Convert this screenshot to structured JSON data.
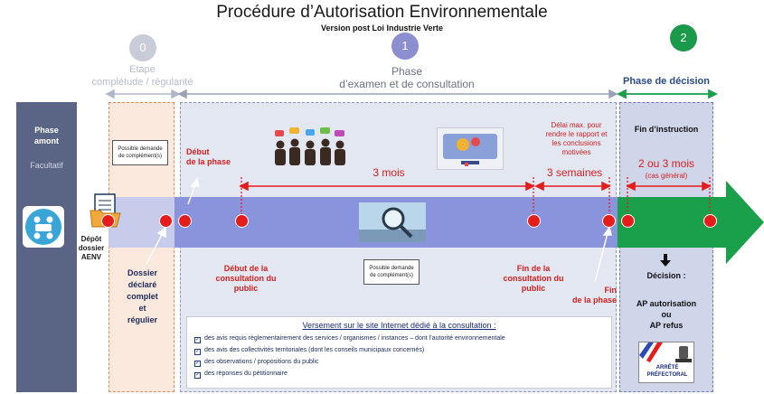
{
  "header": {
    "title": "Procédure d’Autorisation Environnementale",
    "subtitle": "Version post Loi Industrie Verte"
  },
  "phases": {
    "p0": {
      "num": "0",
      "label1": "Etape",
      "label2": "complétude / régularité",
      "color": "#c8ccd8"
    },
    "p1": {
      "num": "1",
      "label1": "Phase",
      "label2": "d’examen et de consultation",
      "color": "#8c8fcf"
    },
    "p2": {
      "num": "2",
      "label1": "Phase de décision",
      "color": "#1a9a4a"
    }
  },
  "amont": {
    "label1": "Phase",
    "label2": "amont",
    "facultatif": "Facultatif"
  },
  "step0": {
    "possible": "Possible demande de complément(s)",
    "depot": [
      "Dépôt",
      "dossier",
      "AENV"
    ],
    "declare": [
      "Dossier",
      "déclaré",
      "complet",
      "et",
      "régulier"
    ]
  },
  "step1": {
    "debut_phase": [
      "Début",
      "de la phase"
    ],
    "duration_main": "3 mois",
    "delai": [
      "Délai max. pour",
      "rendre le rapport et",
      "les conclusions",
      "motivées"
    ],
    "duration_delai": "3 semaines",
    "debut_consult": [
      "Début de la",
      "consultation du",
      "public"
    ],
    "possible": "Possible demande de complément(s)",
    "fin_consult": [
      "Fin de la",
      "consultation du",
      "public"
    ],
    "fin_phase": [
      "Fin",
      "de la phase"
    ],
    "versement_title": "Versement sur le site Internet dédié à la consultation :",
    "versement_items": [
      "des avis requis règlementairement des services / organismes / instances – dont l’autorité environnementale",
      "des avis des collectivités territoriales (dont les conseils municipaux concernés)",
      "des observations / propositions du public",
      "des réponses du pétitionnaire"
    ]
  },
  "step2": {
    "fin_instruction": "Fin d’instruction",
    "duration": "2 ou 3 mois",
    "cas": "(cas général)",
    "decision": "Décision :",
    "ap1": "AP autorisation",
    "ou": "ou",
    "ap2": "AP refus",
    "arrete": [
      "ARRÊTÉ",
      "PRÉFECTORAL"
    ]
  },
  "colors": {
    "amont": "#5a6585",
    "band": "#8a94dd",
    "arrow": "#1aa04a",
    "red": "#e51c1c",
    "navy": "#1a2a5a"
  }
}
